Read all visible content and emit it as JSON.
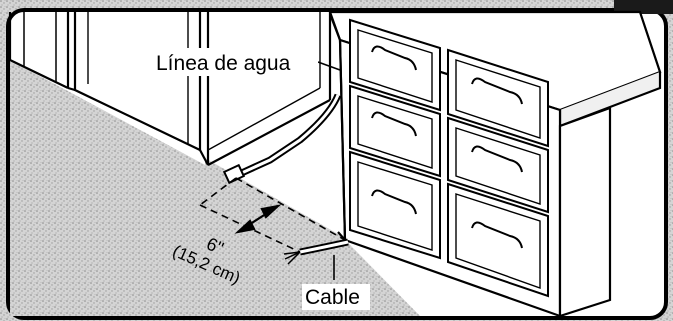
{
  "labels": {
    "water_line": "Línea de agua",
    "cable": "Cable",
    "dimension_in": "6\"",
    "dimension_cm": "(15,2 cm)"
  },
  "colors": {
    "ink": "#000000",
    "floor": "#d2d2d2",
    "wall": "#ffffff",
    "frame": "#000000"
  }
}
